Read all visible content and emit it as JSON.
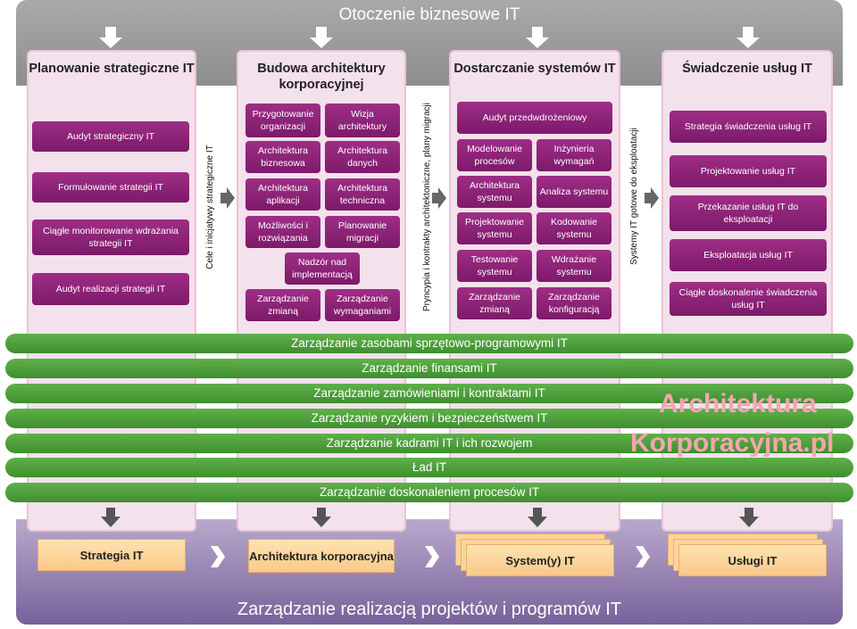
{
  "top_title": "Otoczenie biznesowe IT",
  "bottom_title": "Zarządzanie realizacją projektów i programów IT",
  "columns": [
    {
      "title": "Planowanie strategiczne IT",
      "boxes": [
        "Audyt strategiczny IT",
        "Formułowanie strategii IT",
        "Ciągłe monitorowanie wdrażania strategii IT",
        "Audyt realizacji strategii IT"
      ]
    },
    {
      "title": "Budowa architektury korporacyjnej",
      "boxes": [
        "Przygotowanie organizacji",
        "Wizja architektury",
        "Architektura biznesowa",
        "Architektura danych",
        "Architektura aplikacji",
        "Architektura techniczna",
        "Możliwości i rozwiązania",
        "Planowanie migracji",
        "Nadzór nad implementacją",
        "Zarządzanie zmianą",
        "Zarządzanie wymaganiami"
      ]
    },
    {
      "title": "Dostarczanie systemów IT",
      "boxes": [
        "Audyt przedwdrożeniowy",
        "Modelowanie procesów",
        "Inżynieria wymagań",
        "Architektura systemu",
        "Analiza systemu",
        "Projektowanie systemu",
        "Kodowanie systemu",
        "Testowanie systemu",
        "Wdrażanie systemu",
        "Zarządzanie zmianą",
        "Zarządzanie konfiguracją"
      ]
    },
    {
      "title": "Świadczenie usług IT",
      "boxes": [
        "Strategia świadczenia usług IT",
        "Projektowanie usług IT",
        "Przekazanie usług IT do eksploatacji",
        "Eksploatacja usług IT",
        "Ciągłe doskonalenie świadczenia usług IT"
      ]
    }
  ],
  "connectors": [
    "Cele i inicjatywy strategiczne IT",
    "Pryncypia i kontrakty architektoniczne, plany migracji",
    "Systemy IT gotowe do eksploatacji"
  ],
  "bands": [
    "Zarządzanie zasobami sprzętowo-programowymi IT",
    "Zarządzanie finansami IT",
    "Zarządzanie zamówieniami i kontraktami IT",
    "Zarządzanie ryzykiem i bezpieczeństwem IT",
    "Zarządzanie kadrami IT i ich rozwojem",
    "Ład IT",
    "Zarządzanie doskonaleniem procesów IT"
  ],
  "outputs": [
    "Strategia IT",
    "Architektura korporacyjna",
    "System(y) IT",
    "Usługi IT"
  ],
  "watermark": [
    "Architektura",
    "Korporacyjna.pl"
  ],
  "colors": {
    "purple": "#8a2377",
    "green": "#4a9c3a",
    "orange": "#fcd49c",
    "grey": "#9a9a9a",
    "lavender": "#8f7aae"
  }
}
